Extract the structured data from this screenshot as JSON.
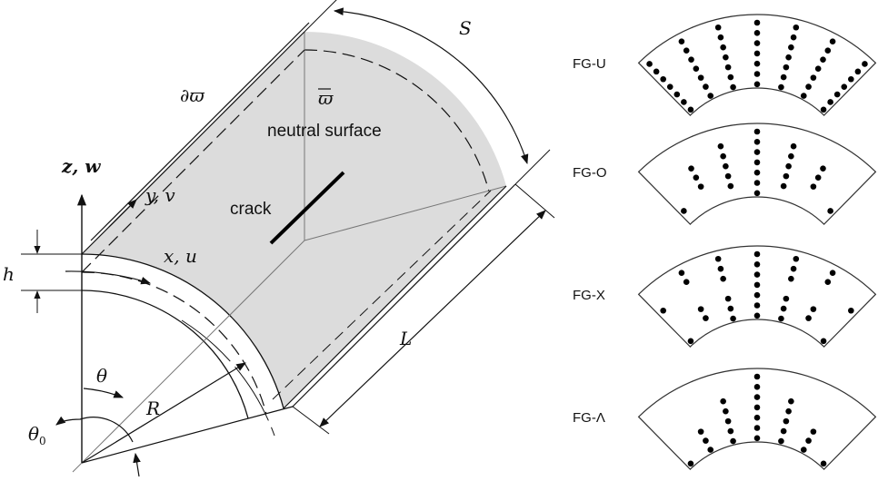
{
  "labels": {
    "z_w": "z, w",
    "y_v": "y, v",
    "x_u": "x, u",
    "h": "h",
    "theta": "θ",
    "theta0": "θ",
    "theta0_sub": "0",
    "R": "R",
    "S": "S",
    "L": "L",
    "boundary": "∂ϖ",
    "domain": "ϖ",
    "neutral_surface": "neutral surface",
    "crack": "crack"
  },
  "colors": {
    "shade": "#dcdcdc",
    "line": "#111111",
    "thin": "#777777"
  },
  "distributions": [
    {
      "name": "FG-U",
      "rays": [
        [
          0,
          1,
          2,
          3,
          4,
          5,
          6
        ],
        [
          0,
          1,
          2,
          3,
          4,
          5,
          6
        ],
        [
          0,
          1,
          2,
          3,
          4,
          5,
          6
        ],
        [
          0,
          1,
          2,
          3,
          4,
          5,
          6
        ],
        [
          0,
          1,
          2,
          3,
          4,
          5,
          6
        ],
        [
          0,
          1,
          2,
          3,
          4,
          5,
          6
        ],
        [
          0,
          1,
          2,
          3,
          4,
          5,
          6
        ]
      ]
    },
    {
      "name": "FG-O",
      "rays": [
        [
          5
        ],
        [
          2,
          3,
          4
        ],
        [
          1,
          2,
          3,
          4,
          5
        ],
        [
          0,
          1,
          2,
          3,
          4,
          5,
          6
        ],
        [
          1,
          2,
          3,
          4,
          5
        ],
        [
          2,
          3,
          4
        ],
        [
          5
        ]
      ]
    },
    {
      "name": "FG-X",
      "rays": [
        [
          2,
          6
        ],
        [
          0,
          1,
          4,
          5
        ],
        [
          0,
          1,
          2,
          4,
          5,
          6
        ],
        [
          0,
          1,
          2,
          3,
          4,
          5,
          6
        ],
        [
          0,
          1,
          2,
          4,
          5,
          6
        ],
        [
          0,
          1,
          4,
          5
        ],
        [
          2,
          6
        ]
      ]
    },
    {
      "name": "FG-Λ",
      "rays": [
        [
          6
        ],
        [
          4,
          5,
          6
        ],
        [
          2,
          3,
          4,
          5,
          6
        ],
        [
          0,
          1,
          2,
          3,
          4,
          5,
          6
        ],
        [
          2,
          3,
          4,
          5,
          6
        ],
        [
          4,
          5,
          6
        ],
        [
          6
        ]
      ]
    }
  ]
}
